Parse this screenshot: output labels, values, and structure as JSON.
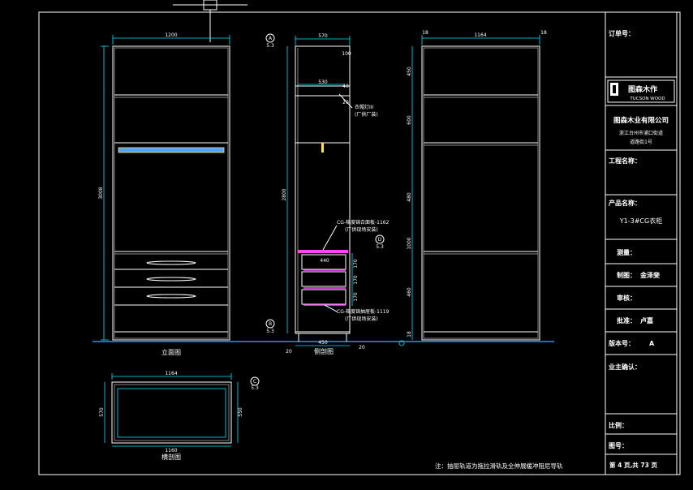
{
  "colors": {
    "background": "#000000",
    "lines": "#ffffff",
    "dimension": "#00e5ff",
    "hardware": "#ff44ff",
    "rail": "#4da6ff"
  },
  "dims": {
    "front_width": "1200",
    "front_height": "3008",
    "side_width": "570",
    "side_top": "100",
    "side_inner": "530",
    "side_40": "40",
    "side_20": "20",
    "side_height": "2800",
    "side_bottom": "450",
    "side_d1": "20",
    "side_d2": "20",
    "drawer_w": "440",
    "drawer_h1": "170",
    "drawer_h2": "170",
    "drawer_h3": "170",
    "back_width": "1164",
    "back_left": "18",
    "back_right": "18",
    "back_v": [
      "450",
      "600",
      "480",
      "1000",
      "460",
      "18"
    ],
    "plan_width": "1164",
    "plan_inner": "1160",
    "plan_depth": "570",
    "plan_d": "550"
  },
  "tags": {
    "a": "A",
    "a_sub": "5.3",
    "b": "B",
    "b_sub": "5.3",
    "c": "C",
    "c_sub": "5.3",
    "d": "D",
    "d_sub": "5.3"
  },
  "annotations": {
    "light": "衣帽灯III",
    "light_note": "(厂供厂装)",
    "drawer_top": "CG-梯度锦合面板-1162",
    "drawer_top_note": "(厂供现场安装)",
    "drawer_bottom": "CG-梯度锦抽屉板-1119",
    "drawer_bottom_note": "(厂供现场安装)"
  },
  "views": {
    "front": "立面图",
    "side": "侧剖图",
    "plan": "横剖图"
  },
  "note": "注：抽屉轨道为拖拉滑轨及全伸展缓冲阻尼导轨",
  "title_block": {
    "order_no_label": "订单号：",
    "logo_cn": "图森木作",
    "logo_en": "TUCSON WOOD",
    "company": "图森木业有限公司",
    "address_1": "浙江台州市浦口街道",
    "address_2": "道路街1号",
    "project_label": "工程名称：",
    "product_label": "产品名称：",
    "product_value": "Y1-3#CG衣柜",
    "measure_label": "测量：",
    "draw_label": "制图：",
    "draw_value": "金泽斐",
    "review_label": "审核：",
    "approve_label": "批准：",
    "approve_value": "卢嘉",
    "version_label": "版本号：",
    "version_value": "A",
    "owner_label": "业主确认：",
    "scale_label": "比例：",
    "drawing_no_label": "图号：",
    "page_info": "第 4 页,共 73 页"
  }
}
